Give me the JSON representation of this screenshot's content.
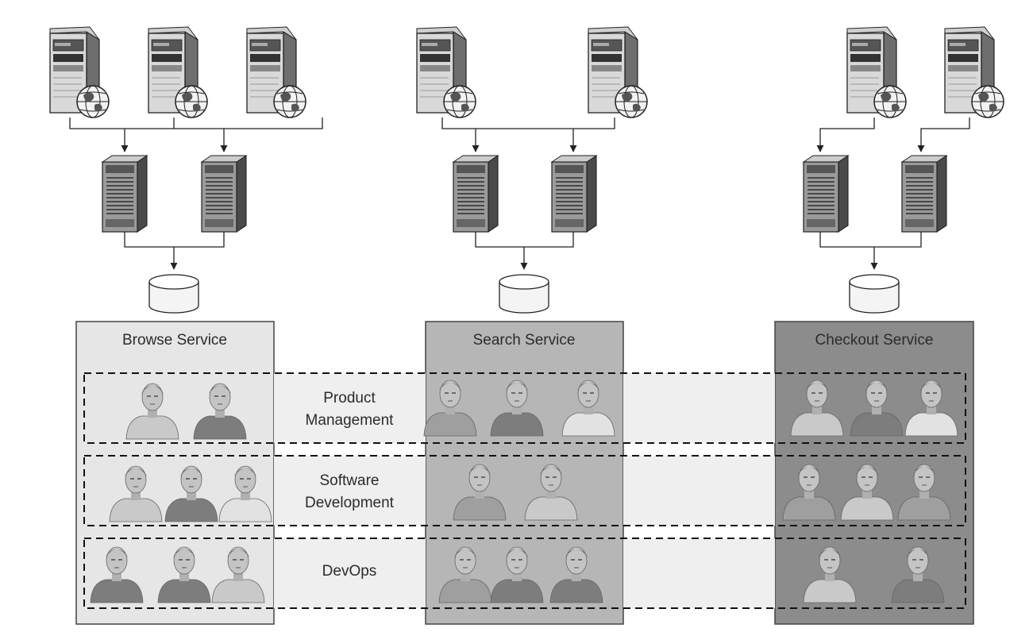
{
  "services": [
    {
      "id": "browse",
      "title": "Browse Service",
      "fill": "#e6e6e6",
      "title_fill": "#e6e6e6"
    },
    {
      "id": "search",
      "title": "Search Service",
      "fill": "#b6b6b6",
      "title_fill": "#b6b6b6"
    },
    {
      "id": "checkout",
      "title": "Checkout Service",
      "fill": "#8c8c8c",
      "title_fill": "#8c8c8c"
    }
  ],
  "teams": [
    {
      "id": "product-management",
      "label_lines": [
        "Product",
        "Management"
      ]
    },
    {
      "id": "software-development",
      "label_lines": [
        "Software",
        "Development"
      ]
    },
    {
      "id": "devops",
      "label_lines": [
        "DevOps"
      ]
    }
  ],
  "colors": {
    "band_fill": "#efefef",
    "line": "#222222",
    "person_shades": [
      "#c9c9c9",
      "#9f9f9f",
      "#7d7d7d",
      "#e2e2e2"
    ]
  },
  "icons": {
    "web_server": "web-server-with-globe-icon",
    "app_server": "application-server-tower-icon",
    "database": "database-cylinder-icon",
    "person": "person-avatar-icon"
  }
}
